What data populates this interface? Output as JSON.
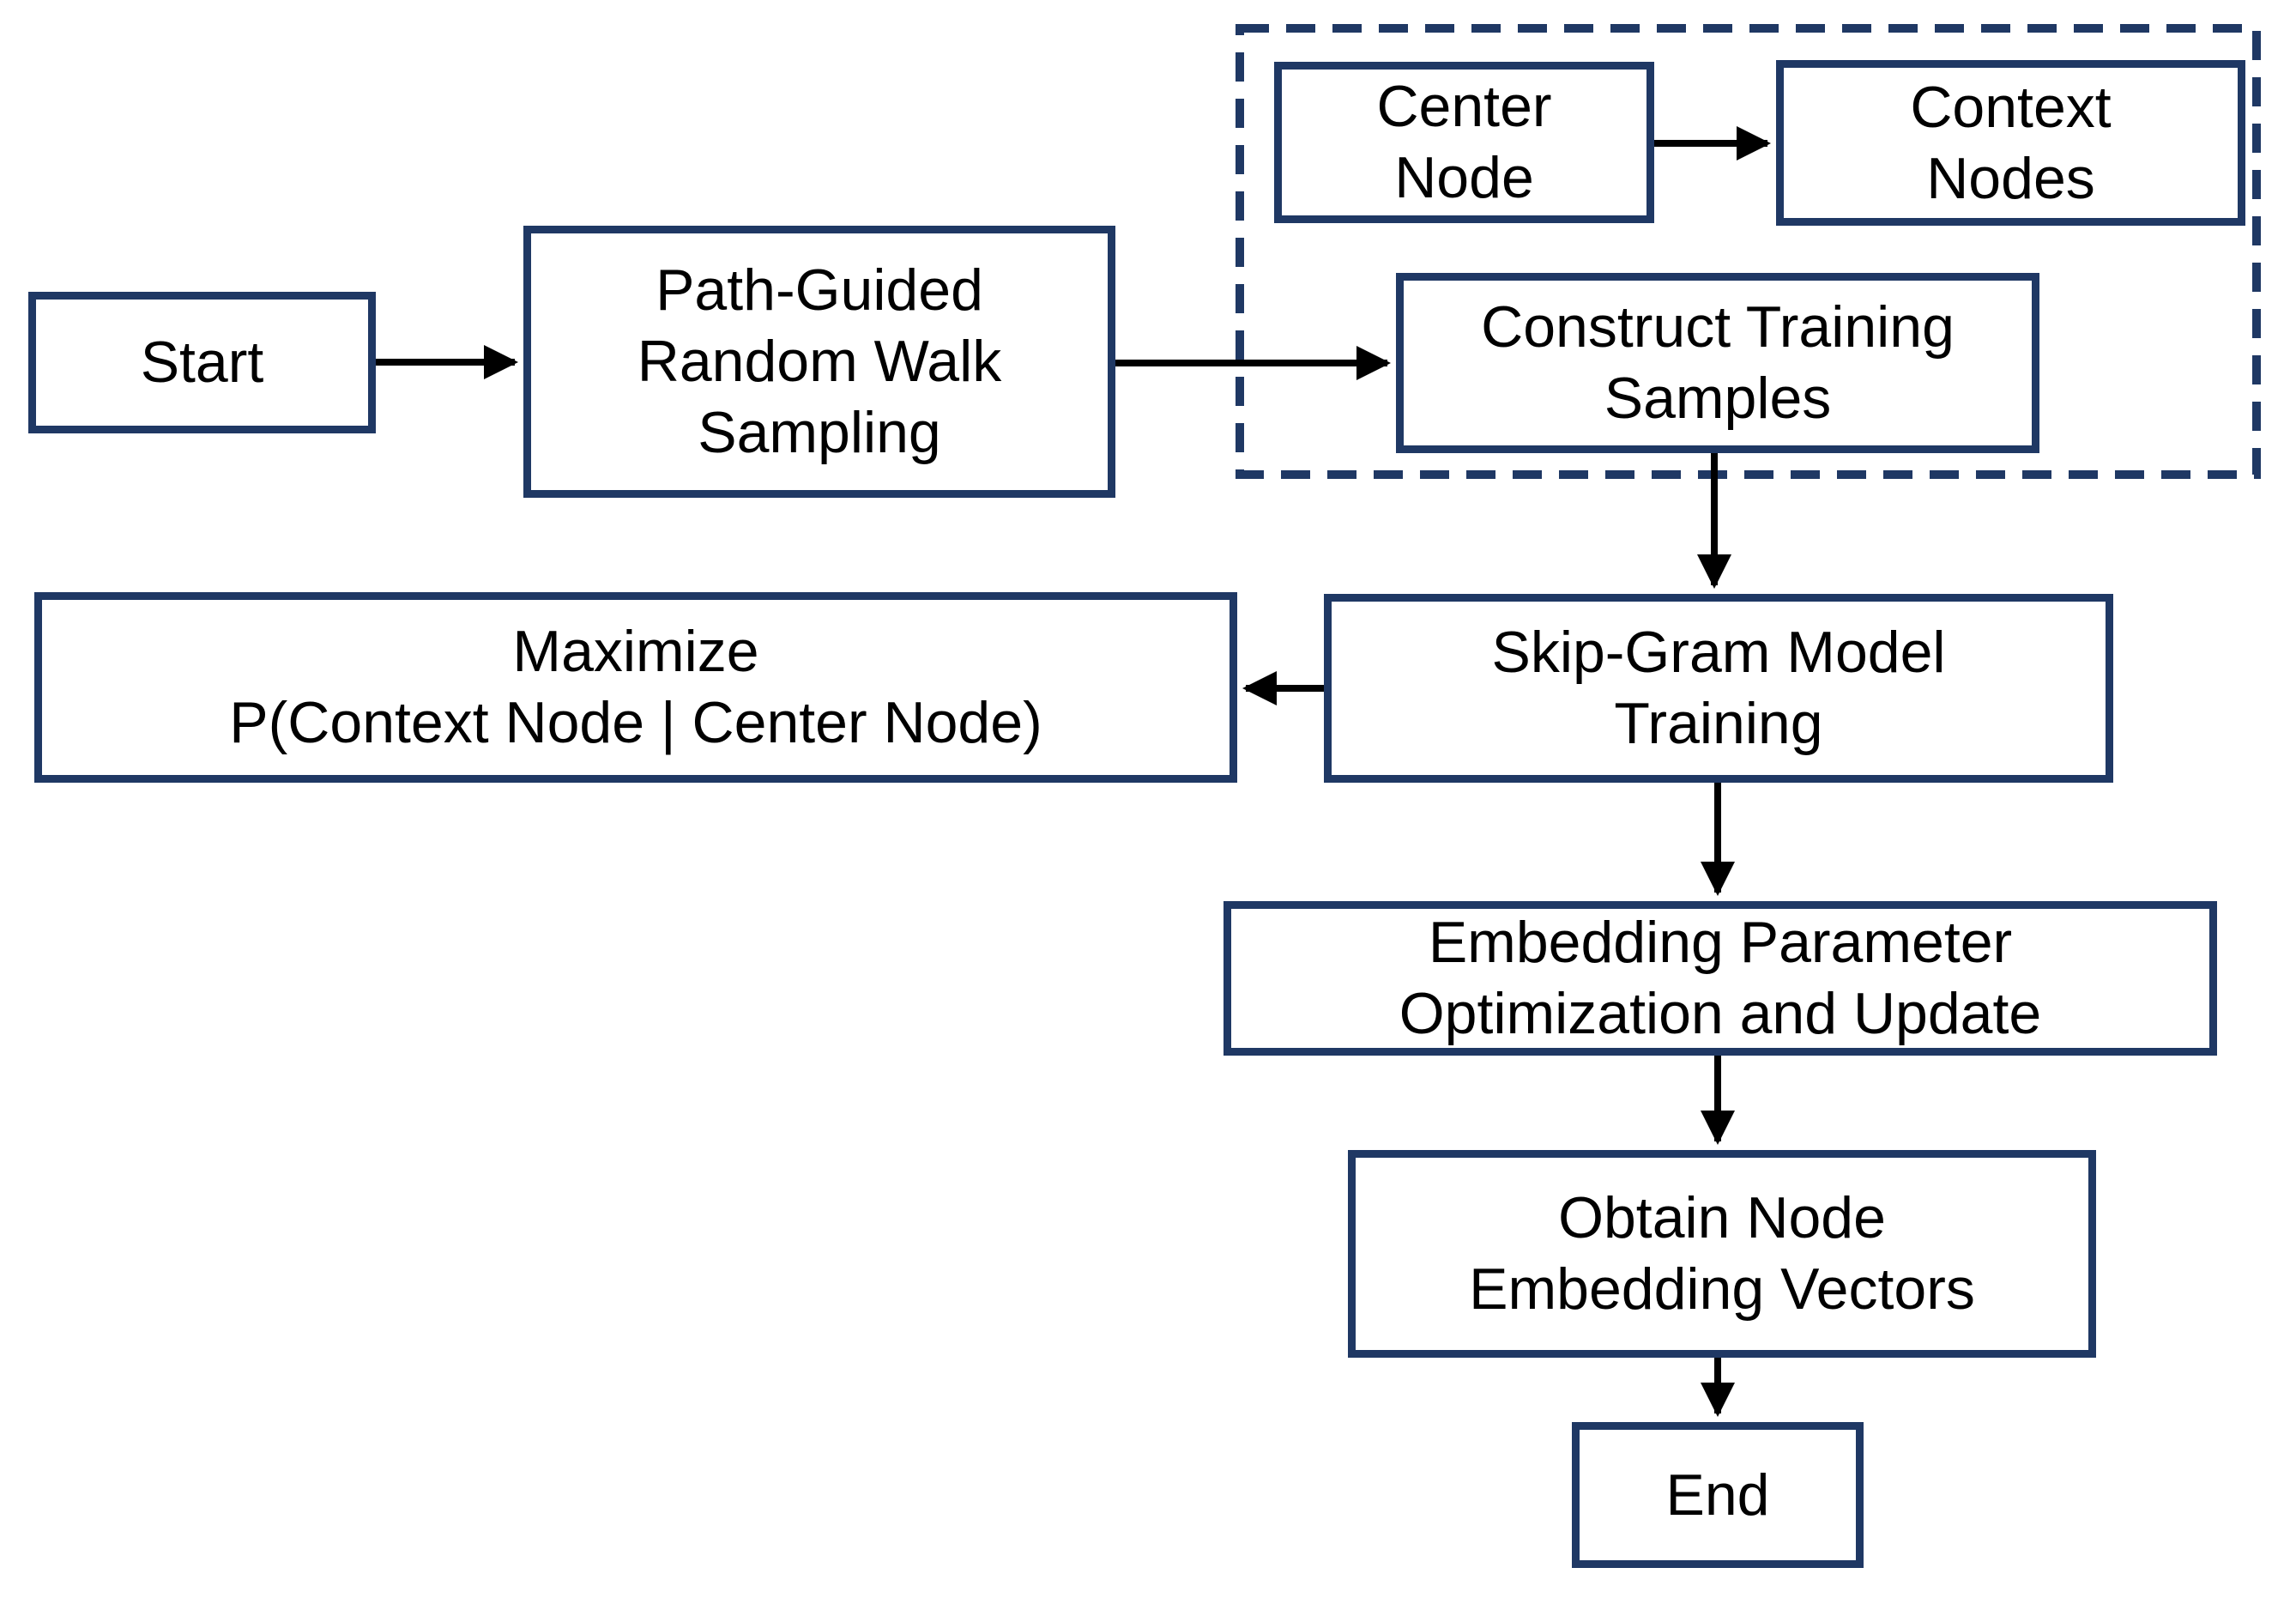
{
  "diagram": {
    "type": "flowchart",
    "background_color": "#ffffff",
    "colors": {
      "box_border": "#1f3864",
      "dashed_group_border": "#1f3864",
      "arrow": "#000000",
      "text": "#000000"
    },
    "nodes": [
      {
        "id": "start",
        "label": "Start"
      },
      {
        "id": "path_guided",
        "label": "Path-Guided\nRandom Walk\nSampling"
      },
      {
        "id": "center_node",
        "label": "Center\nNode"
      },
      {
        "id": "context_nodes",
        "label": "Context\nNodes"
      },
      {
        "id": "construct",
        "label": "Construct Training\nSamples"
      },
      {
        "id": "skip_gram",
        "label": "Skip-Gram Model\nTraining"
      },
      {
        "id": "maximize",
        "label": "Maximize\nP(Context Node | Center Node)"
      },
      {
        "id": "embedding",
        "label": "Embedding Parameter\nOptimization and Update"
      },
      {
        "id": "obtain",
        "label": "Obtain Node\nEmbedding Vectors"
      },
      {
        "id": "end",
        "label": "End"
      }
    ],
    "edges": [
      {
        "from": "start",
        "to": "path_guided"
      },
      {
        "from": "path_guided",
        "to": "construct"
      },
      {
        "from": "center_node",
        "to": "context_nodes"
      },
      {
        "from": "construct",
        "to": "skip_gram"
      },
      {
        "from": "skip_gram",
        "to": "maximize"
      },
      {
        "from": "skip_gram",
        "to": "embedding"
      },
      {
        "from": "embedding",
        "to": "obtain"
      },
      {
        "from": "obtain",
        "to": "end"
      }
    ],
    "groups": [
      {
        "id": "training_sample_group",
        "border_style": "dashed",
        "members": [
          "center_node",
          "context_nodes",
          "construct"
        ]
      }
    ]
  }
}
